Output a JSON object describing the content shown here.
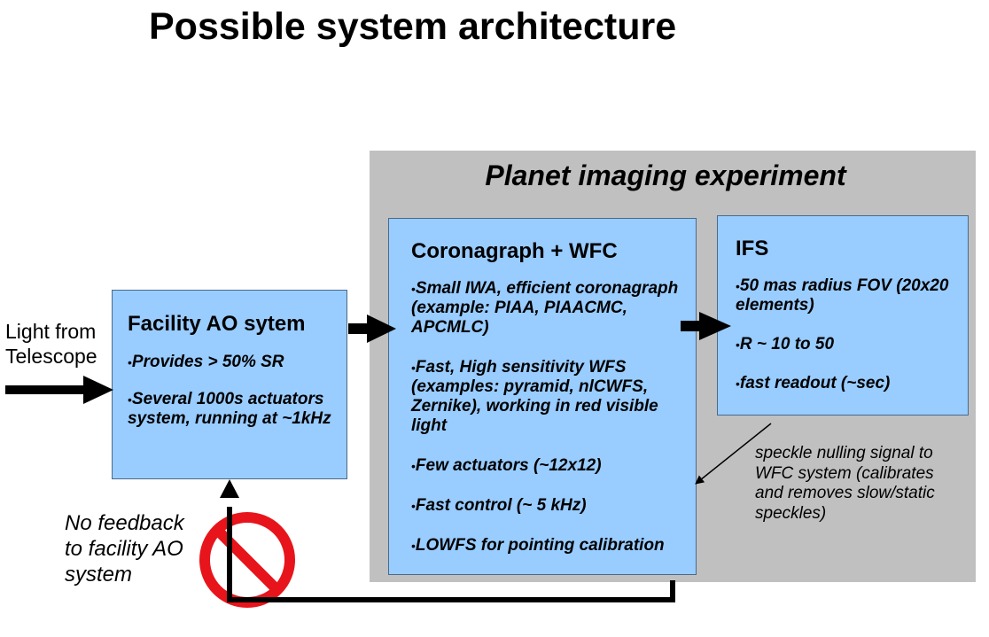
{
  "title": "Possible system architecture",
  "experiment": {
    "title": "Planet imaging experiment"
  },
  "ao_box": {
    "title": "Facility AO sytem",
    "bullets": [
      "Provides > 50% SR",
      "Several 1000s actuators system, running at ~1kHz"
    ]
  },
  "coronagraph_box": {
    "title": "Coronagraph + WFC",
    "bullets": [
      "Small IWA, efficient coronagraph (example: PIAA, PIAACMC, APCMLC)",
      "Fast, High sensitivity WFS (examples: pyramid, nlCWFS, Zernike), working in red visible light",
      "Few actuators (~12x12)",
      "Fast control (~ 5 kHz)",
      "LOWFS for pointing calibration"
    ]
  },
  "ifs_box": {
    "title": "IFS",
    "bullets": [
      "50 mas radius FOV (20x20 elements)",
      "R ~ 10 to 50",
      "fast readout (~sec)"
    ]
  },
  "light_label": [
    "Light from",
    "Telescope"
  ],
  "feedback_label": [
    "No feedback",
    "to facility AO",
    "system"
  ],
  "speckle_label": [
    "speckle nulling signal to",
    "WFC system (calibrates",
    "and removes slow/static",
    "speckles)"
  ],
  "colors": {
    "panel": "#c0c0c0",
    "box": "#99ccff",
    "no_sign": "#e8141b",
    "arrow": "#000000"
  }
}
